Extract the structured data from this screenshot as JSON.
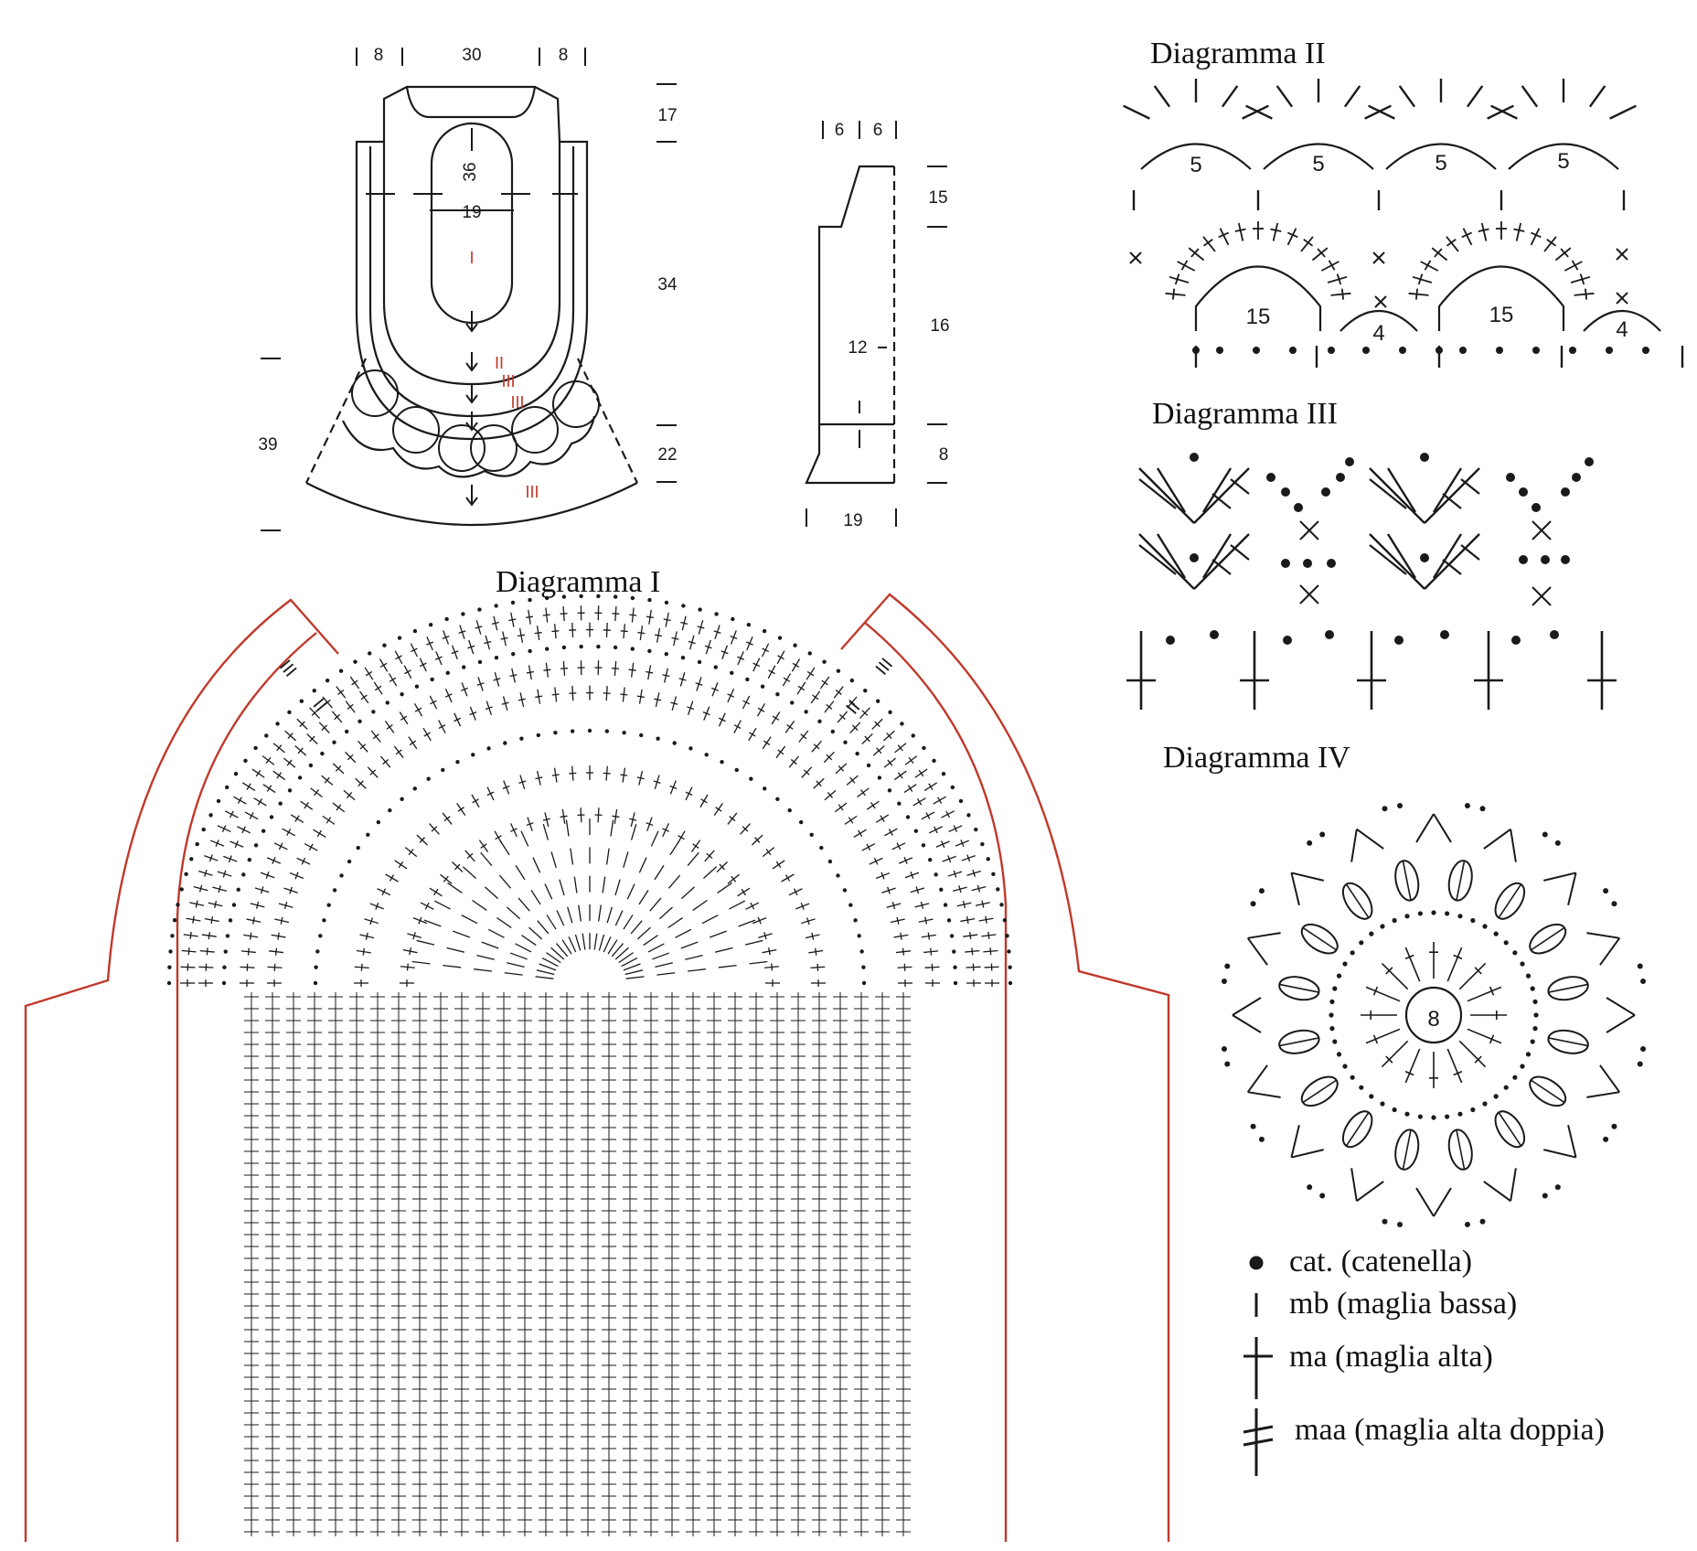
{
  "titles": {
    "diagram_1": "Diagramma I",
    "diagram_2": "Diagramma II",
    "diagram_3": "Diagramma III",
    "diagram_4": "Diagramma IV"
  },
  "schematic": {
    "top_widths": [
      "8",
      "30",
      "8"
    ],
    "right_heights": [
      "17",
      "34",
      "22"
    ],
    "left_height": "39",
    "oval_height": "36",
    "oval_width": "19",
    "zone_labels": [
      "I",
      "II",
      "III",
      "III",
      "III"
    ]
  },
  "sleeve": {
    "top_widths": [
      "6",
      "6"
    ],
    "heights": [
      "15",
      "16",
      "8"
    ],
    "inner_width": "12",
    "bottom_width": "19"
  },
  "diagram_1": {
    "band_labels": [
      "III",
      "II",
      "III",
      "II"
    ]
  },
  "diagram_2": {
    "arc_labels": [
      "5",
      "5",
      "5",
      "5"
    ],
    "shell_labels": [
      "15",
      "15"
    ],
    "small_arc_labels": [
      "4",
      "4"
    ]
  },
  "diagram_4": {
    "center_label": "8"
  },
  "legend": [
    {
      "symbol": "chain",
      "text": "cat. (catenella)"
    },
    {
      "symbol": "sc",
      "text": "mb (maglia bassa)"
    },
    {
      "symbol": "dc",
      "text": "ma (maglia alta)"
    },
    {
      "symbol": "tr",
      "text": "maa (maglia alta doppia)"
    }
  ],
  "colors": {
    "ink": "#1a1a1a",
    "accent_red": "#c0392b"
  }
}
